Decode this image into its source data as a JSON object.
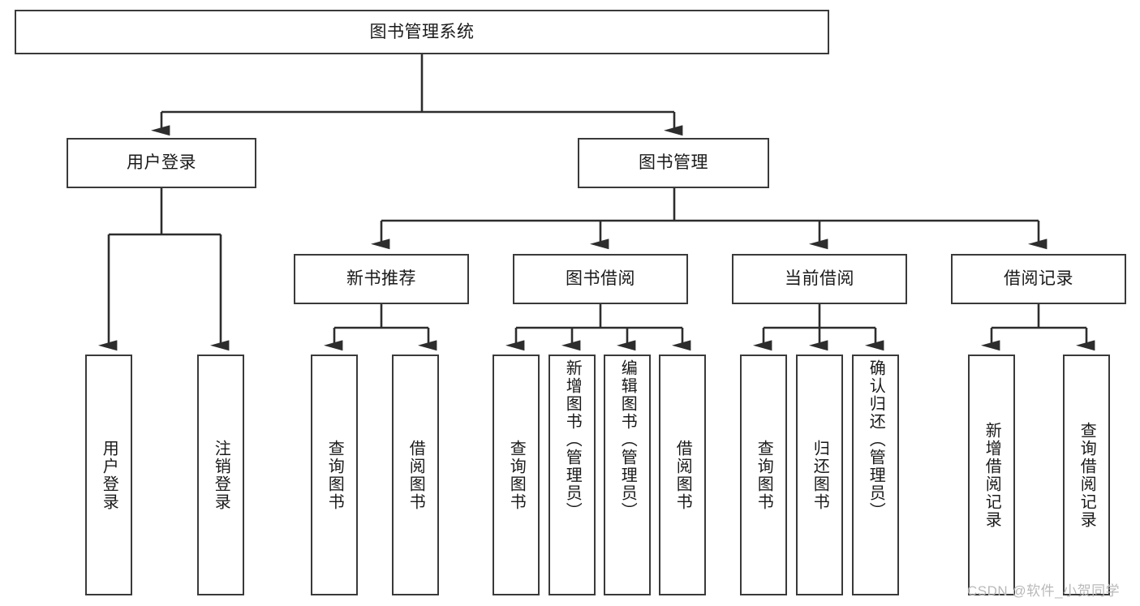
{
  "diagram": {
    "title": "图书管理系统",
    "type": "tree-hierarchy",
    "levels": {
      "root": "图书管理系统",
      "level2": [
        "用户登录",
        "图书管理"
      ],
      "level3": [
        "新书推荐",
        "图书借阅",
        "当前借阅",
        "借阅记录"
      ]
    },
    "nodes": {
      "root": {
        "label": "图书管理系统"
      },
      "user_login": {
        "label": "用户登录"
      },
      "book_manage": {
        "label": "图书管理"
      },
      "new_book_rec": {
        "label": "新书推荐"
      },
      "book_borrow": {
        "label": "图书借阅"
      },
      "current_borrow": {
        "label": "当前借阅"
      },
      "borrow_record": {
        "label": "借阅记录"
      },
      "leaf_user_login": {
        "label": "用户登录"
      },
      "leaf_user_logout": {
        "label": "注销登录"
      },
      "leaf_query_book_1": {
        "label": "查询图书"
      },
      "leaf_borrow_book_1": {
        "label": "借阅图书"
      },
      "leaf_query_book_2": {
        "label": "查询图书"
      },
      "leaf_add_book": {
        "label": "新增图书（管理员）"
      },
      "leaf_edit_book": {
        "label": "编辑图书（管理员）"
      },
      "leaf_borrow_book_2": {
        "label": "借阅图书"
      },
      "leaf_query_book_3": {
        "label": "查询图书"
      },
      "leaf_return_book": {
        "label": "归还图书"
      },
      "leaf_confirm_return": {
        "label": "确认归还（管理员）"
      },
      "leaf_add_record": {
        "label": "新增借阅记录"
      },
      "leaf_query_record": {
        "label": "查询借阅记录"
      }
    }
  },
  "watermark": {
    "text": "CSDN @软件_小贺同学"
  },
  "colors": {
    "border": "#3a3a3a",
    "background": "#ffffff",
    "text": "#1a1a1a",
    "watermark": "#b9b9b9"
  }
}
